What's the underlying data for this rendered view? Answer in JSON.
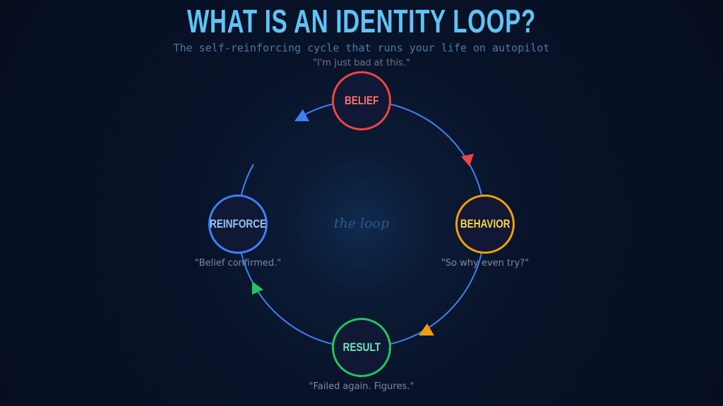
{
  "title": "WHAT IS AN IDENTITY LOOP?",
  "subtitle": "The self-reinforcing cycle that runs your life on autopilot",
  "center_label": "the loop",
  "nodes": [
    {
      "label": "BELIEF",
      "quote": "\"I'm just bad at this.\"",
      "color": "#ef4444",
      "text_color": "#f87171"
    },
    {
      "label": "BEHAVIOR",
      "quote": "\"So why even try?\"",
      "color": "#f59e0b",
      "text_color": "#fcd34d"
    },
    {
      "label": "RESULT",
      "quote": "\"Failed again. Figures.\"",
      "color": "#22c55e",
      "text_color": "#6ee7b7"
    },
    {
      "label": "REINFORCE",
      "quote": "\"Belief confirmed.\"",
      "color": "#3b82f6",
      "text_color": "#93c5fd"
    }
  ],
  "loop_color": "#3b82f6"
}
